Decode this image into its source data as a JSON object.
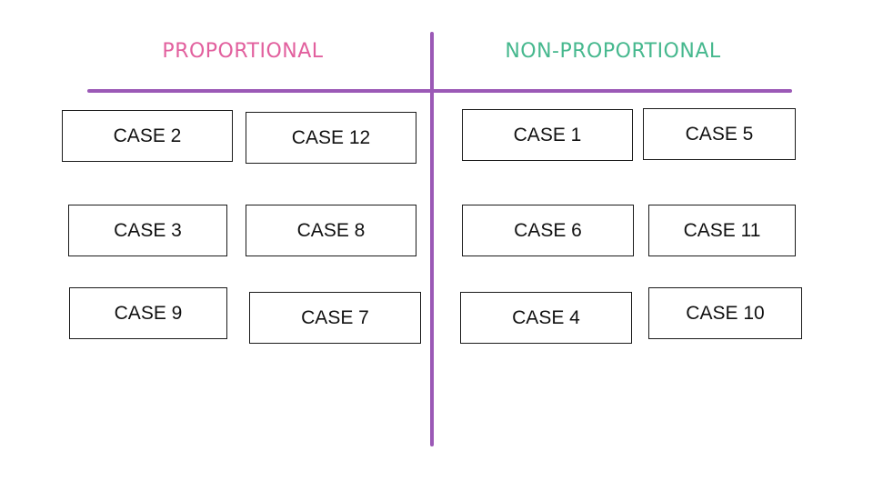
{
  "headings": {
    "proportional": "PROPORTIONAL",
    "non_proportional": "NON-PROPORTIONAL"
  },
  "colors": {
    "proportional": "#e2609e",
    "non_proportional": "#46b88e",
    "divider": "#9b59b6",
    "card_border": "#1a1a1a"
  },
  "proportional_cards": [
    "CASE 2",
    "CASE 12",
    "CASE 3",
    "CASE 8",
    "CASE 9",
    "CASE 7"
  ],
  "non_proportional_cards": [
    "CASE 1",
    "CASE 5",
    "CASE 6",
    "CASE 11",
    "CASE 4",
    "CASE 10"
  ]
}
